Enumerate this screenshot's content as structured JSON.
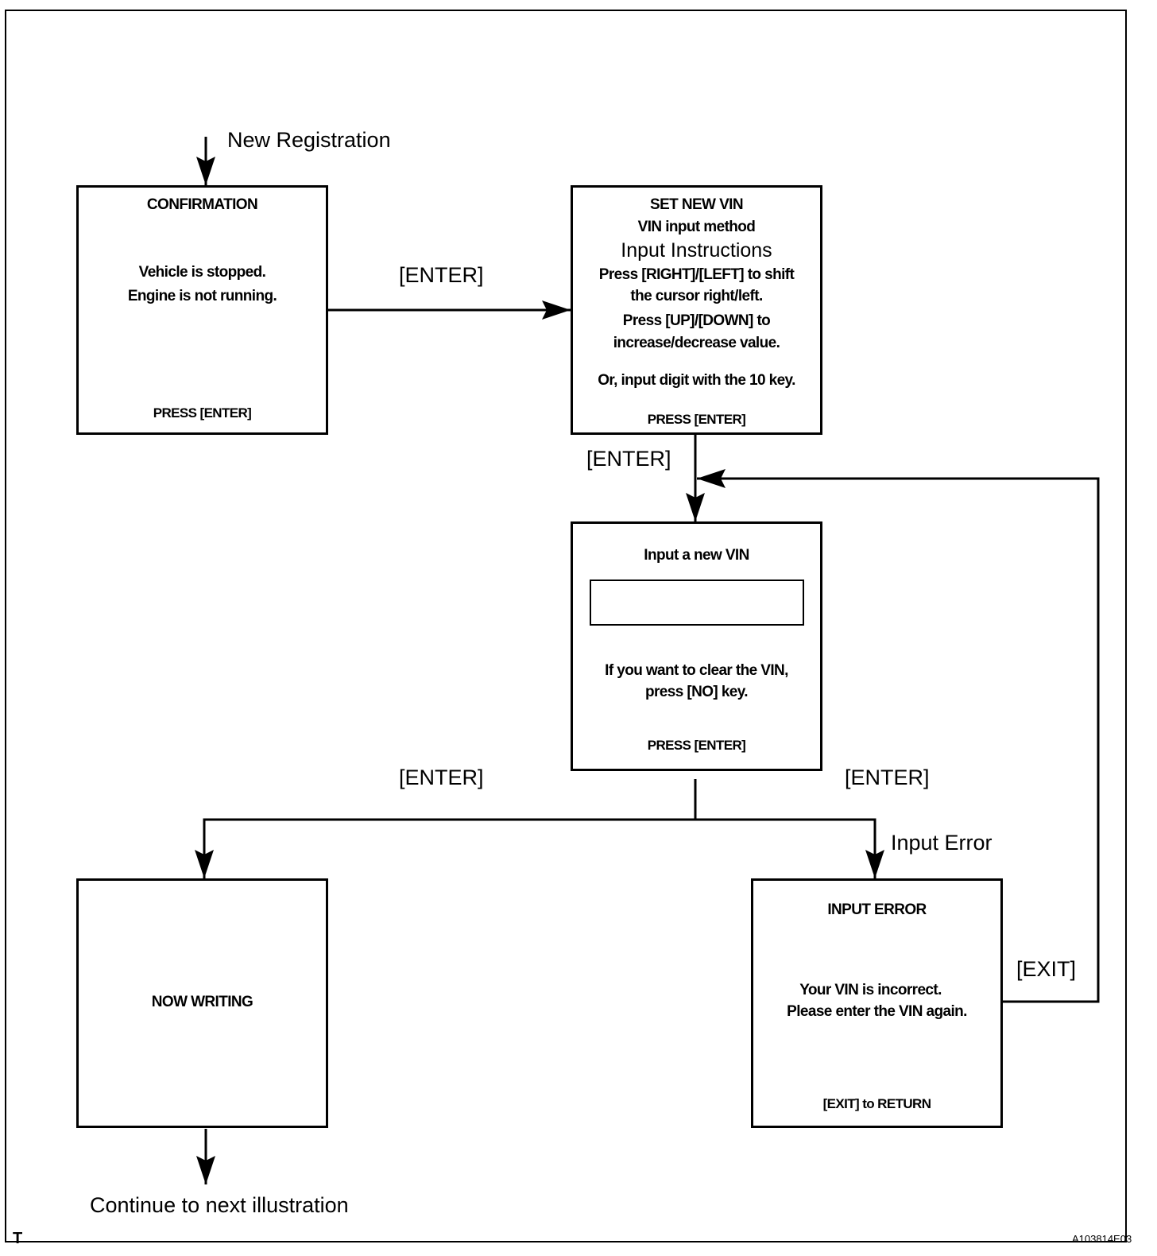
{
  "labels": {
    "new_registration": "New Registration",
    "enter_1": "[ENTER]",
    "enter_2": "[ENTER]",
    "enter_3": "[ENTER]",
    "enter_4": "[ENTER]",
    "input_error": "Input Error",
    "exit": "[EXIT]",
    "continue": "Continue to next illustration"
  },
  "boxes": {
    "confirmation": {
      "title": "CONFIRMATION",
      "line1": "Vehicle is stopped.",
      "line2": "Engine is not running.",
      "footer": "PRESS [ENTER]"
    },
    "set_new_vin": {
      "title": "SET NEW VIN",
      "subtitle": "VIN input method",
      "heading": "Input Instructions",
      "line1": "Press [RIGHT]/[LEFT] to shift",
      "line2": "the cursor right/left.",
      "line3": "Press [UP]/[DOWN]  to",
      "line4": "increase/decrease value.",
      "line5": "Or, input digit with the 10 key.",
      "footer": "PRESS [ENTER]"
    },
    "input_vin": {
      "title": "Input a new VIN",
      "line1": "If you want to clear the VIN,",
      "line2": "press [NO] key.",
      "footer": "PRESS [ENTER]"
    },
    "now_writing": {
      "title": "NOW WRITING"
    },
    "input_error": {
      "title": "INPUT  ERROR",
      "line1": "Your VIN is incorrect.",
      "line2": "Please enter the VIN again.",
      "footer": "[EXIT] to RETURN"
    }
  },
  "footer": {
    "corner_mark": "T",
    "figure_code": "A103814E03"
  }
}
